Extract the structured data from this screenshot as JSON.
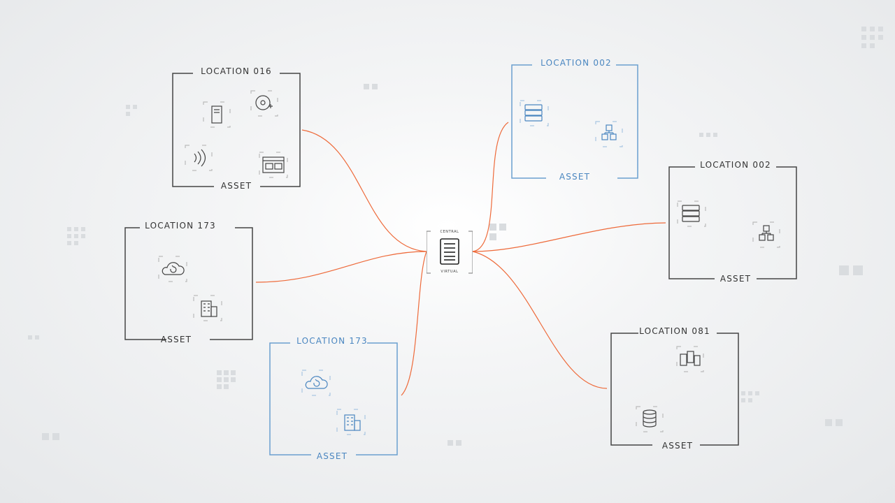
{
  "central": {
    "top_label": "CENTRAL",
    "bottom_label": "VIRTUAL",
    "icon": "server-icon"
  },
  "link_color": "#ee6a3a",
  "locations": [
    {
      "title": "LOCATION 016",
      "footer": "ASSET",
      "accent": "#333333",
      "assets": [
        "server-tower-icon",
        "disk-icon",
        "wifi-signal-icon",
        "window-panel-icon"
      ]
    },
    {
      "title": "LOCATION 173",
      "footer": "ASSET",
      "accent": "#333333",
      "assets": [
        "cloud-sync-icon",
        "building-icon"
      ]
    },
    {
      "title": "LOCATION 173",
      "footer": "ASSET",
      "accent": "#4a86c0",
      "assets": [
        "cloud-sync-icon",
        "building-icon"
      ]
    },
    {
      "title": "LOCATION 002",
      "footer": "ASSET",
      "accent": "#4a86c0",
      "assets": [
        "server-rack-icon",
        "network-icon"
      ]
    },
    {
      "title": "LOCATION 002",
      "footer": "ASSET",
      "accent": "#333333",
      "assets": [
        "server-rack-icon",
        "network-icon"
      ]
    },
    {
      "title": "LOCATION 081",
      "footer": "ASSET",
      "accent": "#333333",
      "assets": [
        "server-cluster-icon",
        "database-icon"
      ]
    }
  ]
}
